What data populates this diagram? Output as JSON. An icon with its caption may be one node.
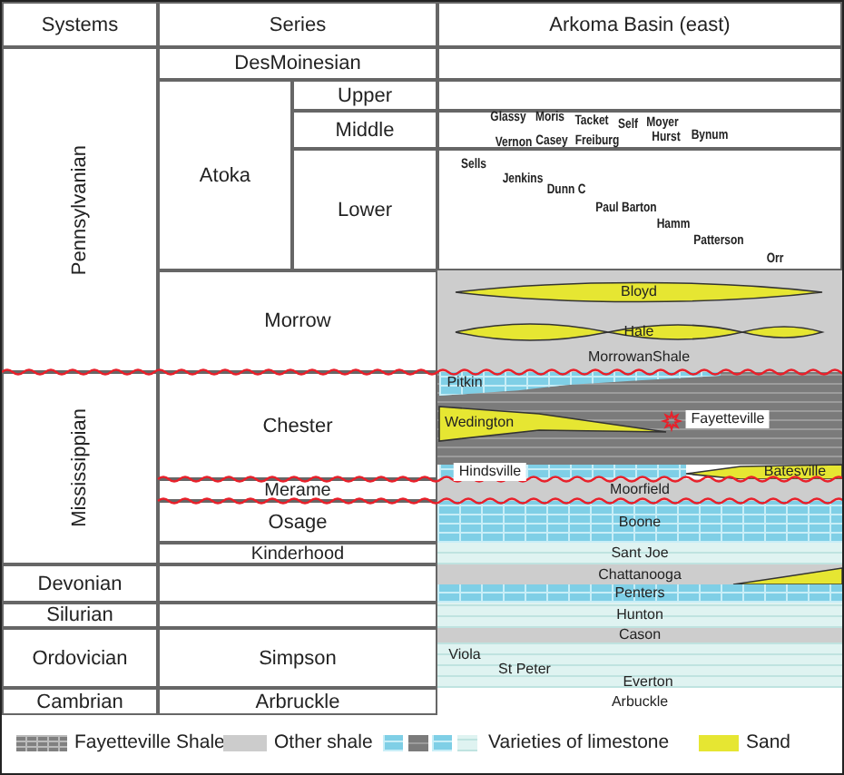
{
  "diagram": {
    "nodes": [
      {
        "text": [
          "MorrowanShale"
        ]
      },
      {
        "text": [
          "Bloyd"
        ],
        "in": 0
      },
      {
        "text": [
          "Hale"
        ],
        "in": 0
      },
      {
        "text": [
          "Fayetteville"
        ]
      },
      {
        "text": [
          "Pitkin"
        ],
        "in": 3
      },
      {
        "text": [
          "Wedington"
        ],
        "in": 3
      },
      {
        "text": [
          "Hindsville"
        ]
      },
      {
        "text": [
          "Batesville"
        ]
      },
      {
        "text": [
          "Moorfield"
        ]
      },
      {
        "text": [
          "Boone"
        ]
      },
      {
        "text": [
          "Sant Joe"
        ]
      },
      {
        "text": [
          "Chattanooga"
        ]
      },
      {
        "text": [
          "Penters"
        ]
      },
      {
        "text": [
          "Hunton"
        ]
      },
      {
        "text": [
          "Cason"
        ]
      },
      {
        "text": [
          "Viola",
          "St Peter",
          "Everton"
        ]
      },
      {
        "text": [
          "Arbuckle"
        ]
      }
    ],
    "labels": [
      "Systems",
      "Series",
      "Arkoma Basin (east)",
      "Pennsylvanian",
      "DesMoinesian",
      "Upper",
      "Atoka",
      "Middle",
      "Glassy",
      "Moris",
      "Tacket",
      "Self",
      "Moyer",
      "Vernon",
      "Casey",
      "Freiburg",
      "Hurst",
      "Bynum",
      "Lower",
      "Sells",
      "Jenkins",
      "Dunn C",
      "Paul Barton",
      "Hamm",
      "Patterson",
      "Orr",
      "Morrow",
      "Mississippian",
      "Chester",
      "Merame",
      "Osage",
      "Kinderhood",
      "Devonian",
      "Silurian",
      "Ordovician",
      "Simpson",
      "Cambrian",
      "Arbruckle"
    ],
    "legend": [
      {
        "text": "Fayetteville Shale",
        "color": "#808080"
      },
      {
        "text": "Other shale",
        "color": "#cccccc"
      },
      {
        "text": "Varieties of limestone"
      },
      {
        "text": "Sand",
        "color": "#e6e632"
      }
    ]
  }
}
